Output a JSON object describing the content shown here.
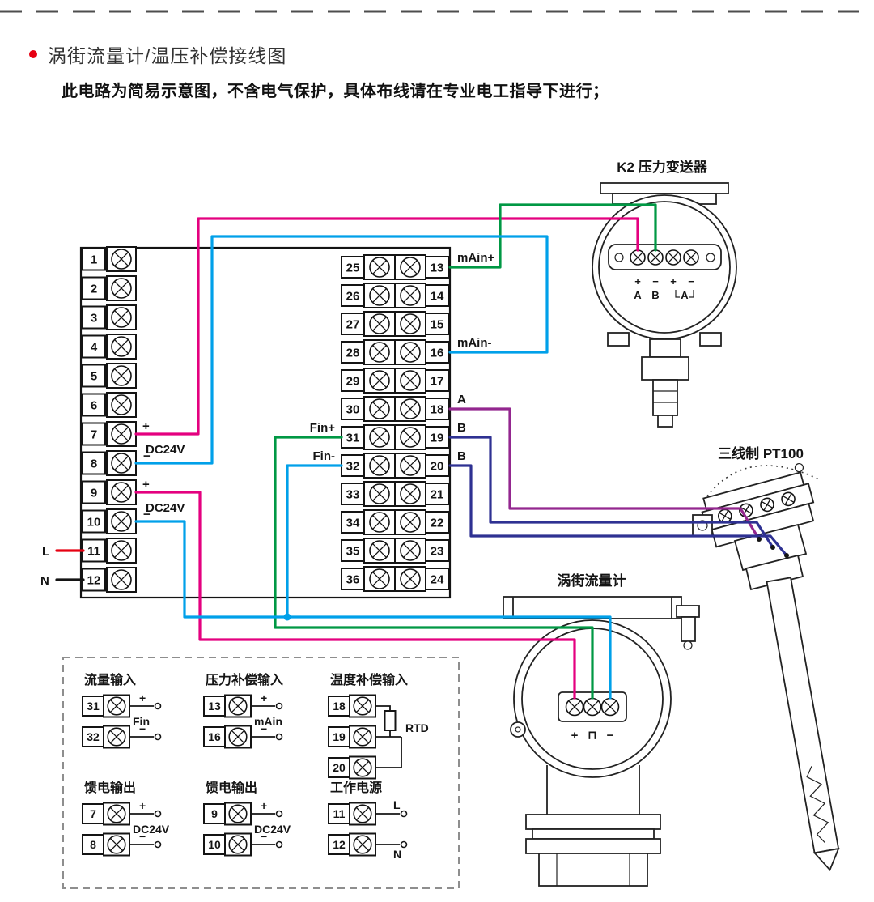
{
  "page": {
    "title": "涡街流量计/温压补偿接线图",
    "subtitle": "此电路为简易示意图，不含电气保护，具体布线请在专业电工指导下进行；"
  },
  "colors": {
    "magenta": "#e4007f",
    "cyan": "#00a0e9",
    "green": "#009844",
    "purple": "#93278f",
    "blue": "#2e3192",
    "red": "#e60012",
    "black": "#141414"
  },
  "instrument": {
    "left_terminals": [
      "1",
      "2",
      "3",
      "4",
      "5",
      "6",
      "7",
      "8",
      "9",
      "10",
      "11",
      "12"
    ],
    "left_side_labels": {
      "plus1": "+",
      "dc24v1": "DC24V",
      "minus1": "−",
      "plus2": "+",
      "dc24v2": "DC24V",
      "minus2": "−",
      "line": "L",
      "neutral": "N"
    },
    "mid_left_terminals": [
      "25",
      "26",
      "27",
      "28",
      "29",
      "30",
      "31",
      "32",
      "33",
      "34",
      "35",
      "36"
    ],
    "mid_right_terminals": [
      "13",
      "14",
      "15",
      "16",
      "17",
      "18",
      "19",
      "20",
      "21",
      "22",
      "23",
      "24"
    ],
    "right_labels": [
      {
        "row": 0,
        "text": "mAin+"
      },
      {
        "row": 3,
        "text": "mAin-"
      },
      {
        "row": 5,
        "text": "A"
      },
      {
        "row": 6,
        "text": "B"
      },
      {
        "row": 7,
        "text": "B"
      }
    ],
    "left_labels": [
      {
        "row": 6,
        "text": "Fin+"
      },
      {
        "row": 7,
        "text": "Fin-"
      }
    ]
  },
  "devices": {
    "pressure_transmitter": {
      "label": "K2 压力变送器",
      "signs": [
        "+",
        "−",
        "+",
        "−"
      ],
      "letters": [
        "A",
        "B",
        "A"
      ]
    },
    "pt100": {
      "label": "三线制 PT100"
    },
    "vortex": {
      "label": "涡街流量计",
      "signs": [
        "+",
        "⊓",
        "−"
      ]
    }
  },
  "legend": {
    "groups": [
      {
        "title": "流量输入",
        "terminals": [
          "31",
          "32"
        ],
        "top_sign": "+",
        "mid_label": "Fin",
        "bottom_sign": "−"
      },
      {
        "title": "压力补偿输入",
        "terminals": [
          "13",
          "16"
        ],
        "top_sign": "+",
        "mid_label": "mAin",
        "bottom_sign": "−"
      },
      {
        "title": "温度补偿输入",
        "terminals": [
          "18",
          "19",
          "20"
        ],
        "mid_label": "RTD"
      },
      {
        "title": "馈电输出",
        "terminals": [
          "7",
          "8"
        ],
        "top_sign": "+",
        "mid_label": "DC24V",
        "bottom_sign": "−"
      },
      {
        "title": "馈电输出",
        "terminals": [
          "9",
          "10"
        ],
        "top_sign": "+",
        "mid_label": "DC24V",
        "bottom_sign": "−"
      },
      {
        "title": "工作电源",
        "terminals": [
          "11",
          "12"
        ],
        "top_sign": "L",
        "bottom_sign": "N"
      }
    ]
  }
}
